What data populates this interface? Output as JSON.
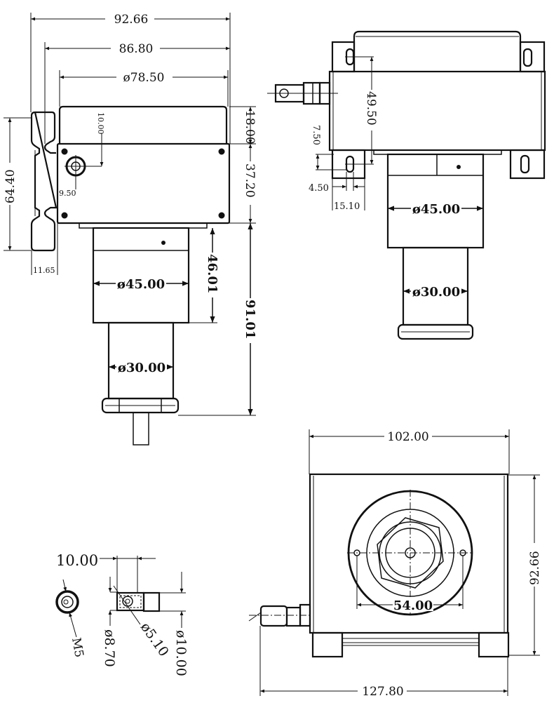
{
  "front_view": {
    "overall_width": "92.66",
    "rail_width": "86.80",
    "cover_diameter": "ø78.50",
    "cover_height": "18.00",
    "body_height": "37.20",
    "rail_height": "64.40",
    "rail_depth": "11.65",
    "connector_offset_y": "10.00",
    "connector_offset_x": "9.50",
    "drum_diameter": "ø45.00",
    "drum_length": "46.01",
    "shaft_diameter": "ø30.00",
    "total_length": "91.01"
  },
  "top_view": {
    "mount_spacing": "49.50",
    "tab_offset": "7.50",
    "slot_width": "4.50",
    "tab_width": "15.10",
    "drum_diameter": "ø45.00",
    "shaft_diameter": "ø30.00"
  },
  "end_view": {
    "width": "102.00",
    "height": "92.66",
    "hole_spacing": "54.00",
    "overall_width_with_cable": "127.80"
  },
  "connector_detail": {
    "length": "10.00",
    "thread": "M5",
    "diameter_a": "ø8.70",
    "hole_diameter": "ø5.10",
    "diameter_b": "ø10.00"
  }
}
